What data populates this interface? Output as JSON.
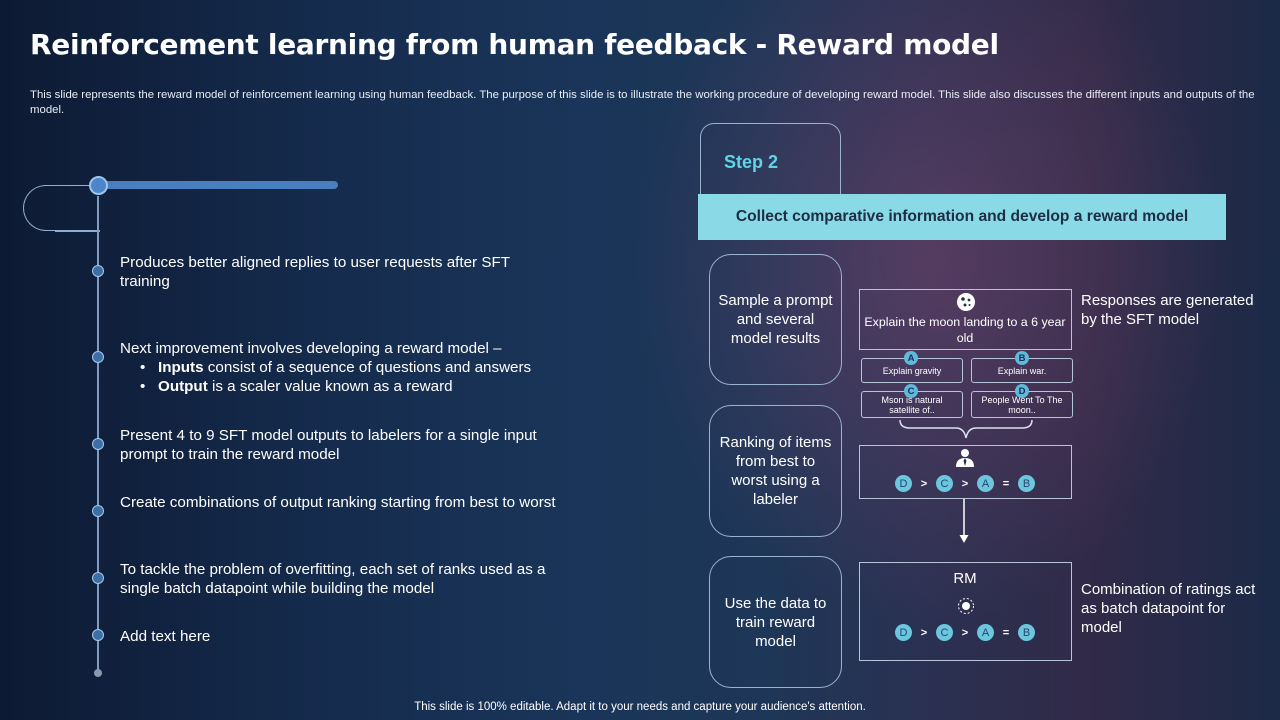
{
  "title": "Reinforcement learning from human feedback - Reward model",
  "description": "This slide represents the reward model of reinforcement learning using human feedback. The purpose of this slide is to illustrate the working procedure of developing reward model. This slide also discusses the different inputs and outputs of the model.",
  "timeline": {
    "items": [
      {
        "text": "Produces better aligned replies to user requests after SFT training"
      },
      {
        "text": "Next improvement involves developing a reward model –",
        "bullets": [
          {
            "bold": "Inputs",
            "rest": " consist of a sequence of questions and answers"
          },
          {
            "bold": "Output",
            "rest": " is a scaler value known as a reward"
          }
        ]
      },
      {
        "text": "Present 4 to 9 SFT model outputs to labelers for a single input prompt to train the reward model"
      },
      {
        "text": "Create combinations of output ranking starting from best to worst"
      },
      {
        "text": "To tackle the problem of overfitting, each set of ranks used as a single batch datapoint while building the model"
      },
      {
        "text": "Add text here"
      }
    ]
  },
  "diagram": {
    "step": "Step 2",
    "banner": "Collect comparative information and develop a reward model",
    "stages": [
      {
        "label": "Sample a prompt and several model results"
      },
      {
        "label": "Ranking of items from best to worst using a labeler"
      },
      {
        "label": "Use the data to train reward model"
      }
    ],
    "prompt": "Explain the moon landing to a 6 year old",
    "responses": [
      {
        "badge": "A",
        "text": "Explain gravity"
      },
      {
        "badge": "B",
        "text": "Explain war."
      },
      {
        "badge": "C",
        "text": "Mson is natural satellite of.."
      },
      {
        "badge": "D",
        "text": "People Went To The moon.."
      }
    ],
    "ranking": {
      "order": [
        "D",
        "C",
        "A",
        "B"
      ],
      "operators": [
        ">",
        ">",
        "="
      ]
    },
    "rm_label": "RM",
    "notes": {
      "responses": "Responses are generated by the SFT model",
      "combination": "Combination of ratings act as batch datapoint for model"
    }
  },
  "footer": "This slide is 100% editable. Adapt it to your needs and capture your audience's attention."
}
